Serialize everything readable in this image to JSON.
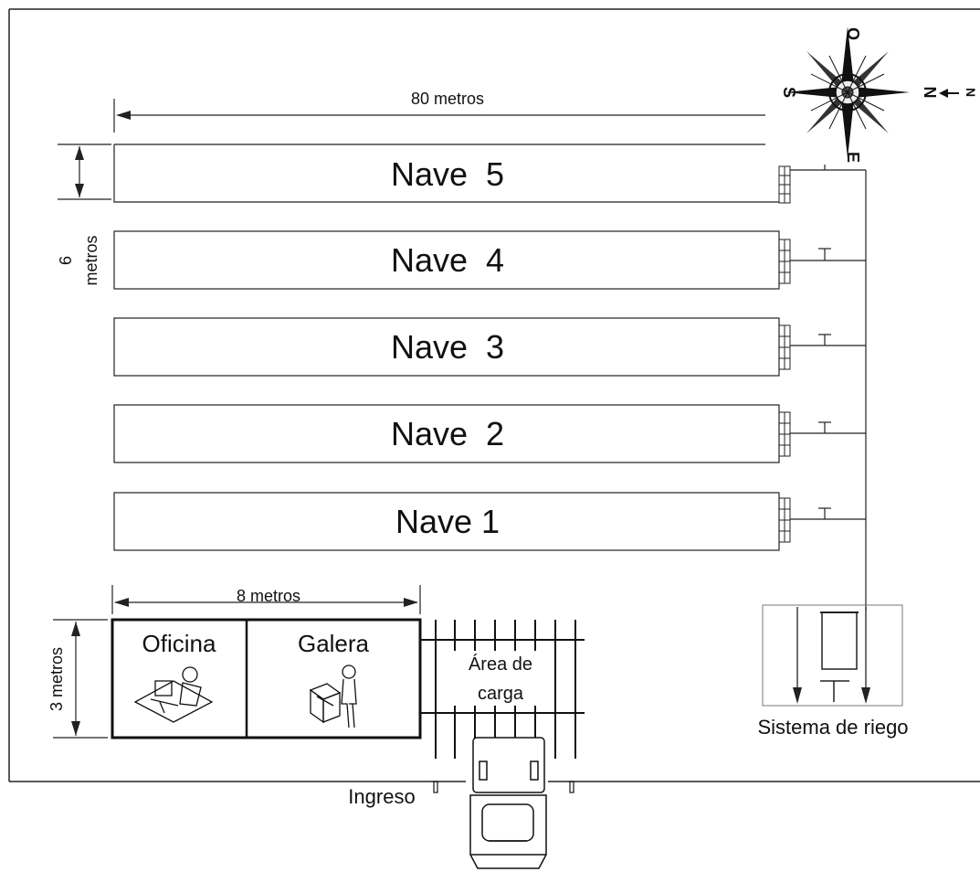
{
  "dimensions": {
    "length": "80 metros",
    "nave_width": "6",
    "nave_width_unit": "metros",
    "office_length": "8 metros",
    "office_width": "3 metros"
  },
  "naves": [
    {
      "label": "Nave  5"
    },
    {
      "label": "Nave  4"
    },
    {
      "label": "Nave  3"
    },
    {
      "label": "Nave  2"
    },
    {
      "label": "Nave 1"
    }
  ],
  "buildings": {
    "oficina": "Oficina",
    "galera": "Galera",
    "area_carga_line1": "Área de",
    "area_carga_line2": "carga"
  },
  "riego_label": "Sistema de riego",
  "ingreso_label": "Ingreso",
  "compass": {
    "north": "N",
    "south": "S",
    "east": "E",
    "west": "O",
    "north_arrow": "N"
  }
}
